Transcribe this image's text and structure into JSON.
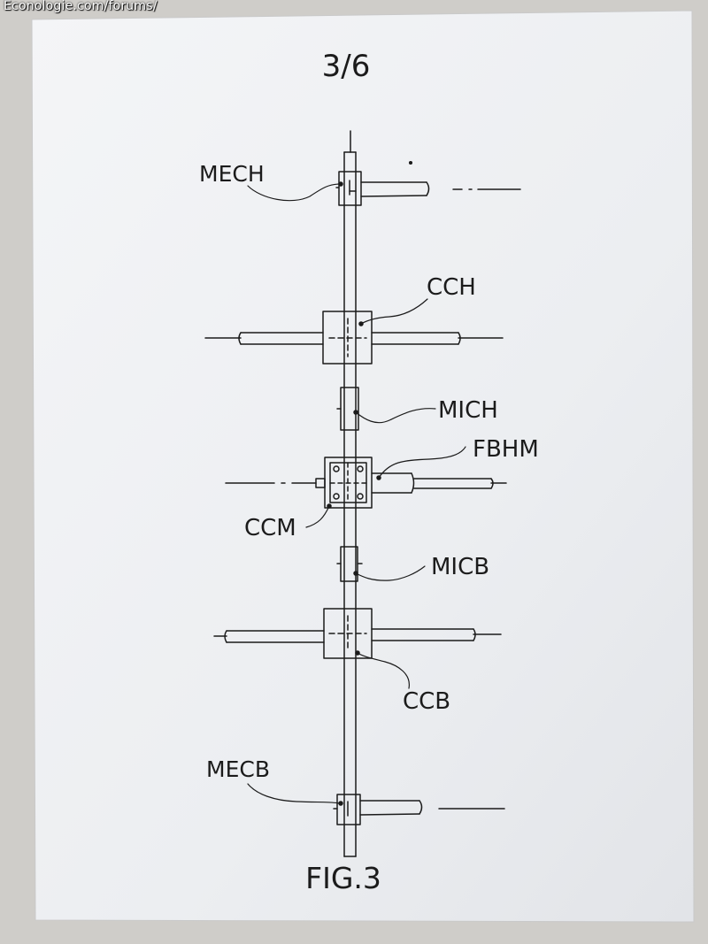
{
  "watermark": "Econologie.com/forums/",
  "page_number": "3/6",
  "figure_caption": "FIG.3",
  "labels": {
    "mech": "MECH",
    "cch": "CCH",
    "mich": "MICH",
    "fbhm": "FBHM",
    "ccm": "CCM",
    "micb": "MICB",
    "ccb": "CCB",
    "mecb": "MECB"
  },
  "colors": {
    "paper": "#eef0f3",
    "ink": "#1b1b1b",
    "background": "#cfcdc9"
  }
}
